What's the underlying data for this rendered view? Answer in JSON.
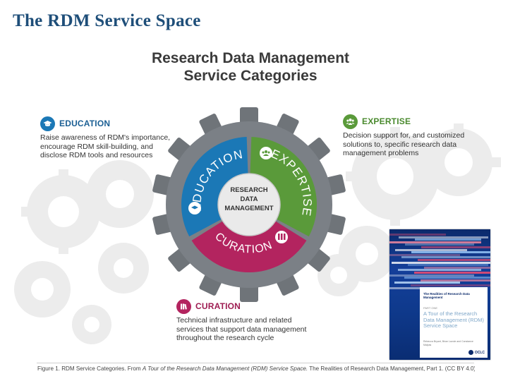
{
  "slide_title": "The RDM Service Space",
  "figure": {
    "title_line1": "Research Data Management",
    "title_line2": "Service Categories",
    "center_line1": "RESEARCH",
    "center_line2": "DATA",
    "center_line3": "MANAGEMENT",
    "wheel_labels": {
      "education": "EDUCATION",
      "expertise": "EXPERTISE",
      "curation": "CURATION"
    },
    "colors": {
      "education": "#1b78b6",
      "expertise": "#5a9a3a",
      "curation": "#b3245f",
      "gear": "#6f7479",
      "title": "#1e4e79"
    },
    "categories": {
      "education": {
        "title": "EDUCATION",
        "icon": "graduation-cap-icon",
        "desc": [
          "Raise awareness of RDM's importance,",
          "encourage RDM skill-building, and",
          "disclose RDM tools and resources"
        ]
      },
      "expertise": {
        "title": "EXPERTISE",
        "icon": "people-group-icon",
        "desc": [
          "Decision support for, and customized",
          "solutions to, specific research data",
          "management problems"
        ]
      },
      "curation": {
        "title": "CURATION",
        "icon": "books-icon",
        "desc": [
          "Technical infrastructure and related",
          "services that support data management",
          "throughout the research cycle"
        ]
      }
    }
  },
  "cover": {
    "series": "The Realities of Research Data Management",
    "part": "PART ONE",
    "book_title": "A Tour of the Research Data Management (RDM) Service Space",
    "authors": "Rebecca Bryant, Brian Lavoie and Constance Malpas",
    "publisher": "OCLC"
  },
  "caption": {
    "prefix": "Figure 1. RDM Service Categories. From ",
    "italic": "A Tour of the Research Data Management (RDM) Service Space.",
    "suffix": " The Realities of Research Data Management, Part 1. (CC BY 4.0)"
  }
}
